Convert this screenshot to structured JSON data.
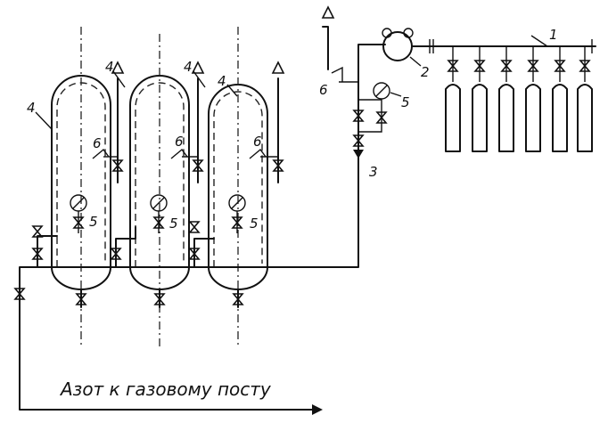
{
  "caption": "Азот к газовому посту",
  "labels": {
    "cylinders": "1",
    "compressor": "2",
    "check_valve": "3",
    "receiver": "4",
    "manometer": "5",
    "safety_valve": "6"
  }
}
